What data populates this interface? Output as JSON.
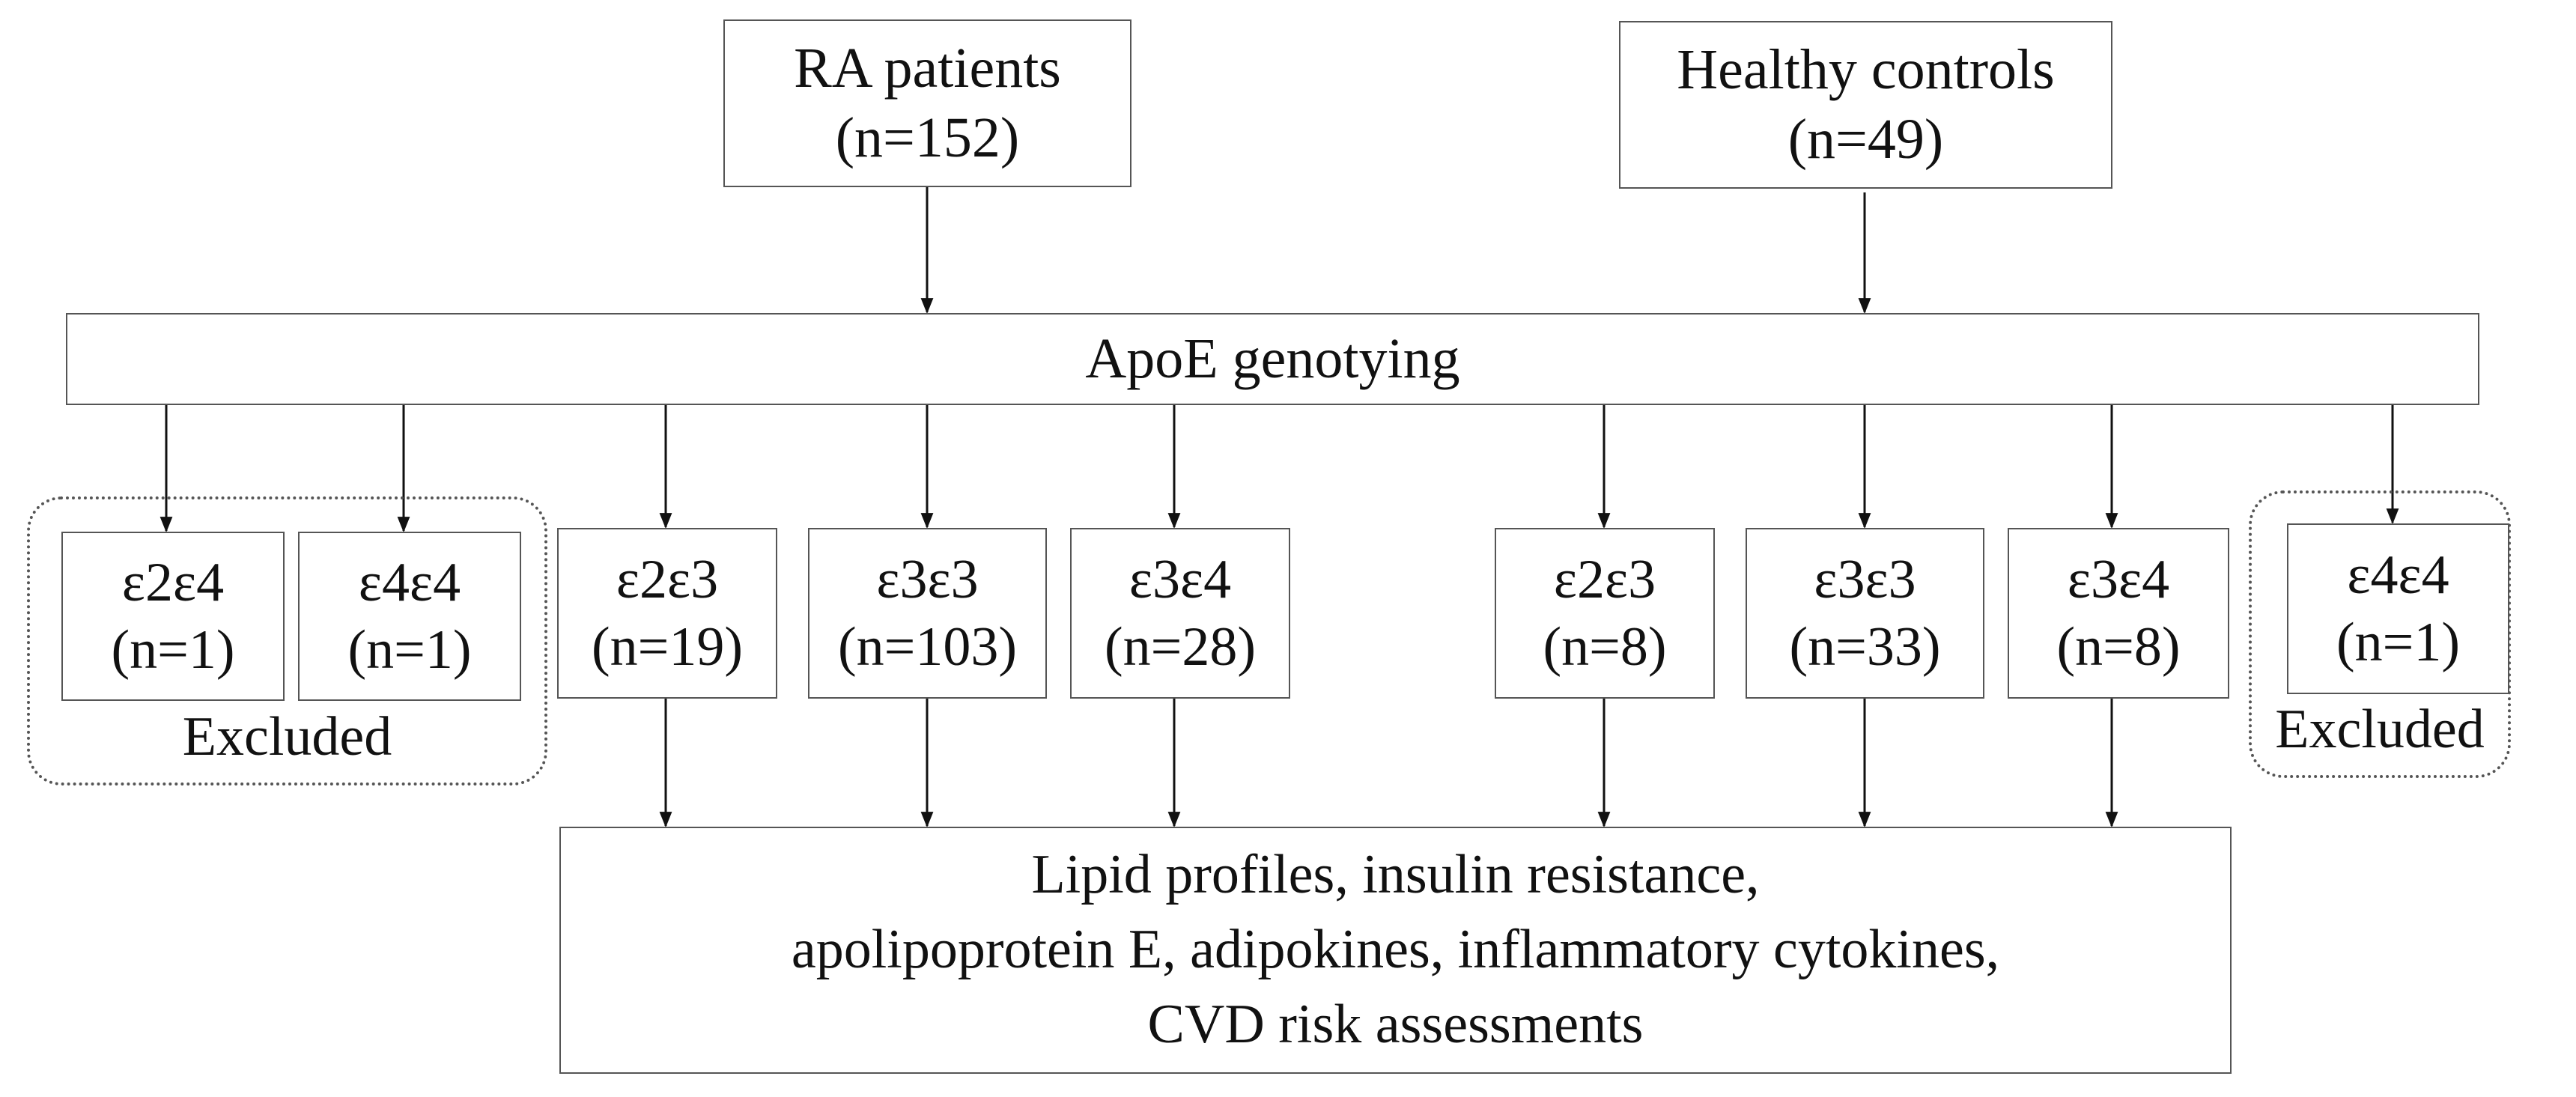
{
  "sources": {
    "ra": {
      "title": "RA patients",
      "count": "(n=152)"
    },
    "hc": {
      "title": "Healthy controls",
      "count": "(n=49)"
    }
  },
  "genotyping": {
    "label": "ApoE genotying"
  },
  "ra_genotypes": {
    "excluded_label": "Excluded",
    "excluded": [
      {
        "genotype": "ε2ε4",
        "count": "(n=1)"
      },
      {
        "genotype": "ε4ε4",
        "count": "(n=1)"
      }
    ],
    "included": [
      {
        "genotype": "ε2ε3",
        "count": "(n=19)"
      },
      {
        "genotype": "ε3ε3",
        "count": "(n=103)"
      },
      {
        "genotype": "ε3ε4",
        "count": "(n=28)"
      }
    ]
  },
  "hc_genotypes": {
    "excluded_label": "Excluded",
    "included": [
      {
        "genotype": "ε2ε3",
        "count": "(n=8)"
      },
      {
        "genotype": "ε3ε3",
        "count": "(n=33)"
      },
      {
        "genotype": "ε3ε4",
        "count": "(n=8)"
      }
    ],
    "excluded": [
      {
        "genotype": "ε4ε4",
        "count": "(n=1)"
      }
    ]
  },
  "outcomes": {
    "lines": [
      "Lipid profiles, insulin resistance,",
      "apolipoprotein E, adipokines, inflammatory cytokines,",
      "CVD risk assessments"
    ]
  }
}
